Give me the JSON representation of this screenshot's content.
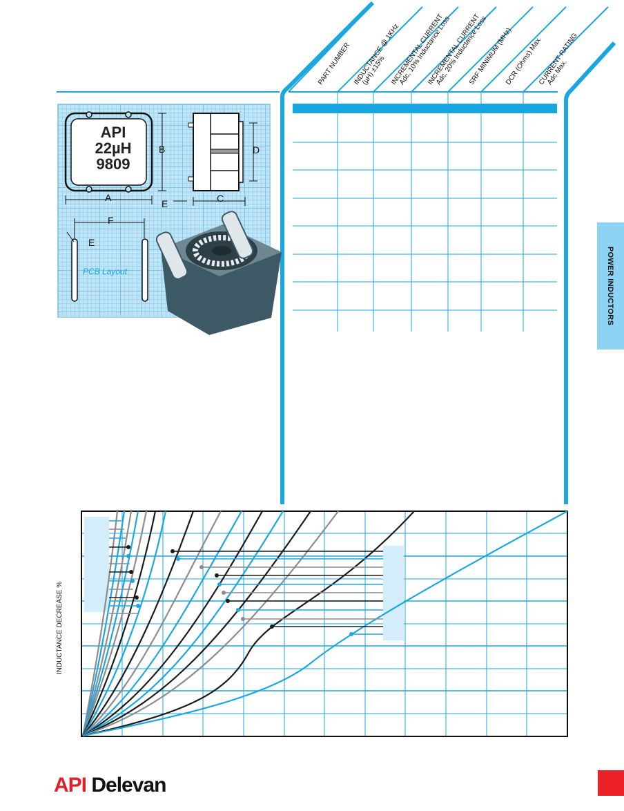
{
  "header": {
    "columns": [
      "PART NUMBER",
      "INDUCTANCE @ 1KHz",
      "(µH) ±15%",
      "INCREMENTAL CURRENT",
      "Adc, 10% Inductance Loss",
      "INCREMENTAL CURRENT",
      "Adc, 20% Inductance Loss",
      "SRF MINIMUM (MHz)",
      "DCR (Ohms) Max.",
      "CURRENT RATING",
      "Adc Max."
    ]
  },
  "drawing": {
    "part_brand": "API",
    "part_value": "22µH",
    "part_code": "9809",
    "dim_a": "A",
    "dim_b": "B",
    "dim_c": "C",
    "dim_d": "D",
    "dim_e": "E",
    "dim_f": "F",
    "dim_e2": "E",
    "pcb_label": "PCB Layout"
  },
  "side_tab": {
    "label": "POWER INDUCTORS"
  },
  "chart": {
    "ylabel": "INDUCTANCE DECREASE %"
  },
  "footer": {
    "logo_api": "API",
    "logo_delevan": "Delevan"
  },
  "colors": {
    "blue": "#1aa7e0",
    "black": "#1a1a1a",
    "gray": "#8c8c8c",
    "red": "#ec2028",
    "tab": "#8fd3f4"
  }
}
